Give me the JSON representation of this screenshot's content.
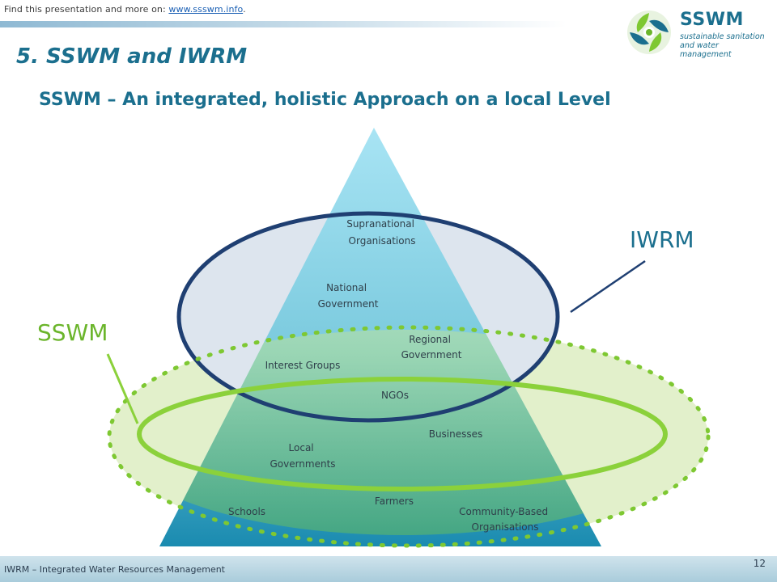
{
  "header": {
    "find_prefix": "Find this presentation  and more on: ",
    "find_link": "www.ssswm.info",
    "find_suffix": "."
  },
  "logo": {
    "name": "SSWM",
    "tagline_1": "sustainable sanitation",
    "tagline_2": "and water management"
  },
  "slide": {
    "section_title": "5. SSWM and IWRM",
    "subtitle": "SSWM – An integrated, holistic Approach on a local Level"
  },
  "diagram": {
    "levels": [
      {
        "line1": "Supranational",
        "line2": "Organisations"
      },
      {
        "line1": "National",
        "line2": "Government"
      },
      {
        "line1": "Regional",
        "line2": "Government"
      },
      {
        "line1": "Interest Groups"
      },
      {
        "line1": "NGOs"
      },
      {
        "line1": "Businesses"
      },
      {
        "line1": "Local",
        "line2": "Governments"
      },
      {
        "line1": "Farmers"
      },
      {
        "line1": "Schools"
      },
      {
        "line1": "Community-Based",
        "line2": "Organisations"
      }
    ],
    "iwrm_label": "IWRM",
    "sswm_label": "SSWM",
    "colors": {
      "pyramid_top": "#a8e4f4",
      "pyramid_bottom": "#1a8bb0",
      "iwrm_ring": "#1f3f72",
      "iwrm_fill": "#dde5ee",
      "sswm_ring": "#8bd13b",
      "sswm_dotted": "#7ec832",
      "sswm_fill": "#dfeec5",
      "iwrm_text": "#1b6f8e",
      "sswm_text": "#6bb52b"
    }
  },
  "footer": {
    "text": "IWRM – Integrated  Water Resources Management",
    "page_number": "12"
  }
}
